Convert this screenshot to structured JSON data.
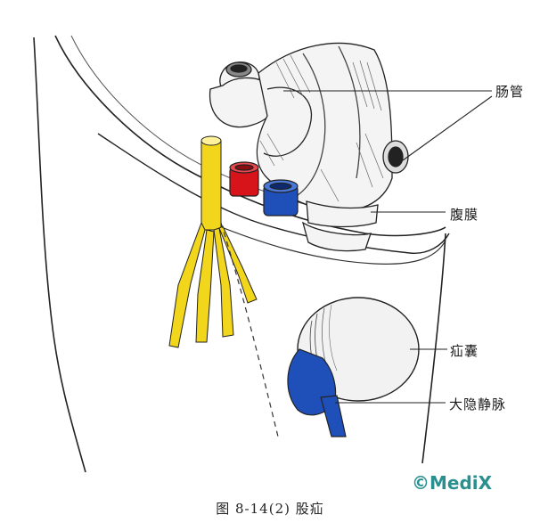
{
  "labels": {
    "intestine": "肠管",
    "peritoneum": "腹膜",
    "hernia_sac": "疝囊",
    "great_saphenous_vein": "大隐静脉"
  },
  "caption": "图 8-14(2)  股疝",
  "watermark": "©MediX",
  "colors": {
    "nerve": "#f2d61c",
    "artery": "#d8141b",
    "vein": "#1f4fb8",
    "watermark": "#2a8f8f",
    "ink": "#222222"
  }
}
